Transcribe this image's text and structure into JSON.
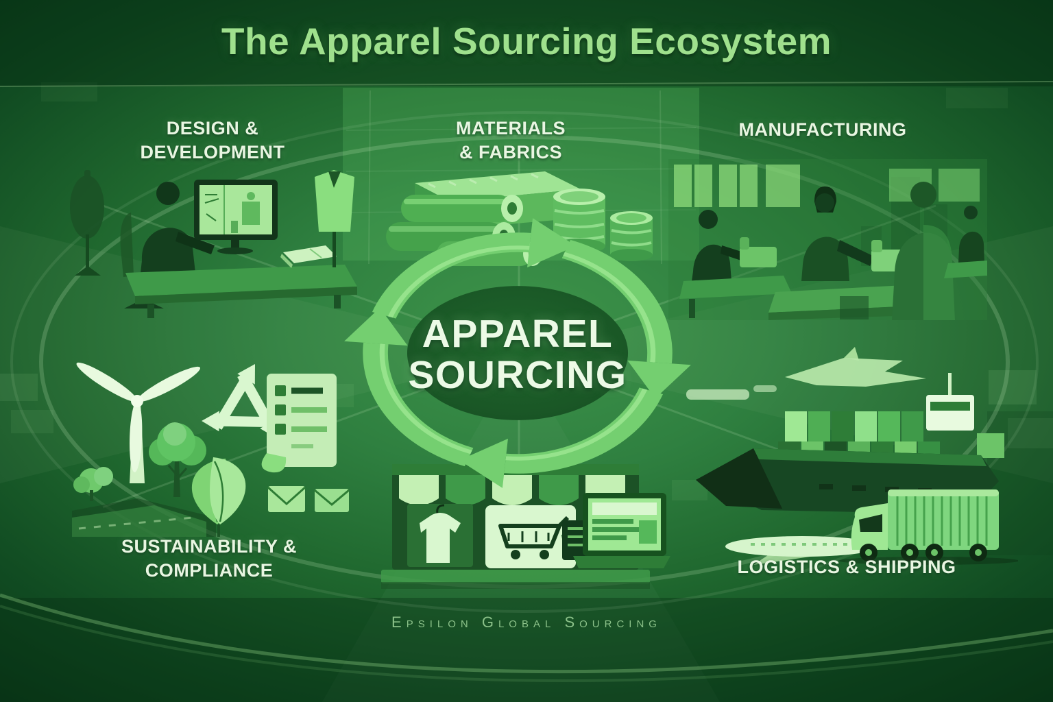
{
  "title": "The Apparel Sourcing Ecosystem",
  "center": {
    "label": "APPAREL\nSOURCING",
    "icon": "cycle-arrows-icon"
  },
  "sections": {
    "design": {
      "label": "DESIGN &\nDEVELOPMENT",
      "illustration": "designer-at-computer-with-mannequins"
    },
    "materials": {
      "label": "MATERIALS\n& FABRICS",
      "illustration": "fabric-rolls-and-textile-stacks"
    },
    "manufacturing": {
      "label": "MANUFACTURING",
      "illustration": "sewing-factory-workers"
    },
    "sustainability": {
      "label": "SUSTAINABILITY &\nCOMPLIANCE",
      "illustration": "wind-turbine-recycling-leaves-checklist"
    },
    "logistics": {
      "label": "LOGISTICS & SHIPPING",
      "illustration": "container-ship-cargo-plane-truck"
    },
    "retail": {
      "illustration": "storefront-shopping-cart-laptop"
    }
  },
  "footer": {
    "brand": "Epsilon Global Sourcing"
  },
  "palette": {
    "background_dark": "#0a3a19",
    "background_mid": "#2f8040",
    "accent_light": "#7fd67f",
    "accent_pale": "#cdeec2",
    "ring_green": "#74cf70",
    "center_dark": "#1d6029",
    "title_green": "#9fe08d",
    "label_text": "#e9f6e2"
  }
}
